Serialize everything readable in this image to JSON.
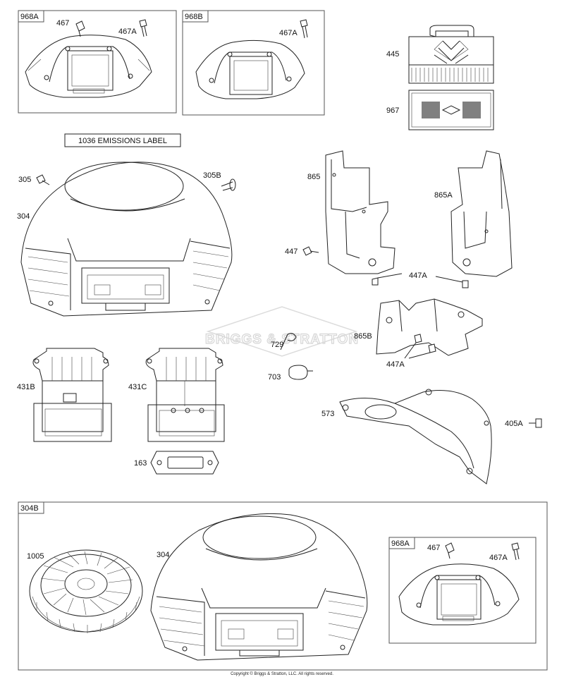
{
  "watermark": "BRIGGS & STRATTON",
  "copyright": "Copyright © Briggs & Stratton, LLC. All rights reserved.",
  "emissions_label": "1036 EMISSIONS LABEL",
  "boxes": {
    "box_968a_top": "968A",
    "box_968b": "968B",
    "box_304b": "304B",
    "box_968a_inner": "968A"
  },
  "labels": {
    "p467_a": "467",
    "p467a_a": "467A",
    "p467a_b": "467A",
    "p445": "445",
    "p967": "967",
    "p305": "305",
    "p305b": "305B",
    "p304_top": "304",
    "p865": "865",
    "p865a": "865A",
    "p447": "447",
    "p447a_1": "447A",
    "p729": "729",
    "p865b": "865B",
    "p447a_2": "447A",
    "p703": "703",
    "p431b": "431B",
    "p431c": "431C",
    "p573": "573",
    "p405a": "405A",
    "p163": "163",
    "p1005": "1005",
    "p304_bottom": "304",
    "p467_b": "467",
    "p467a_c": "467A"
  }
}
